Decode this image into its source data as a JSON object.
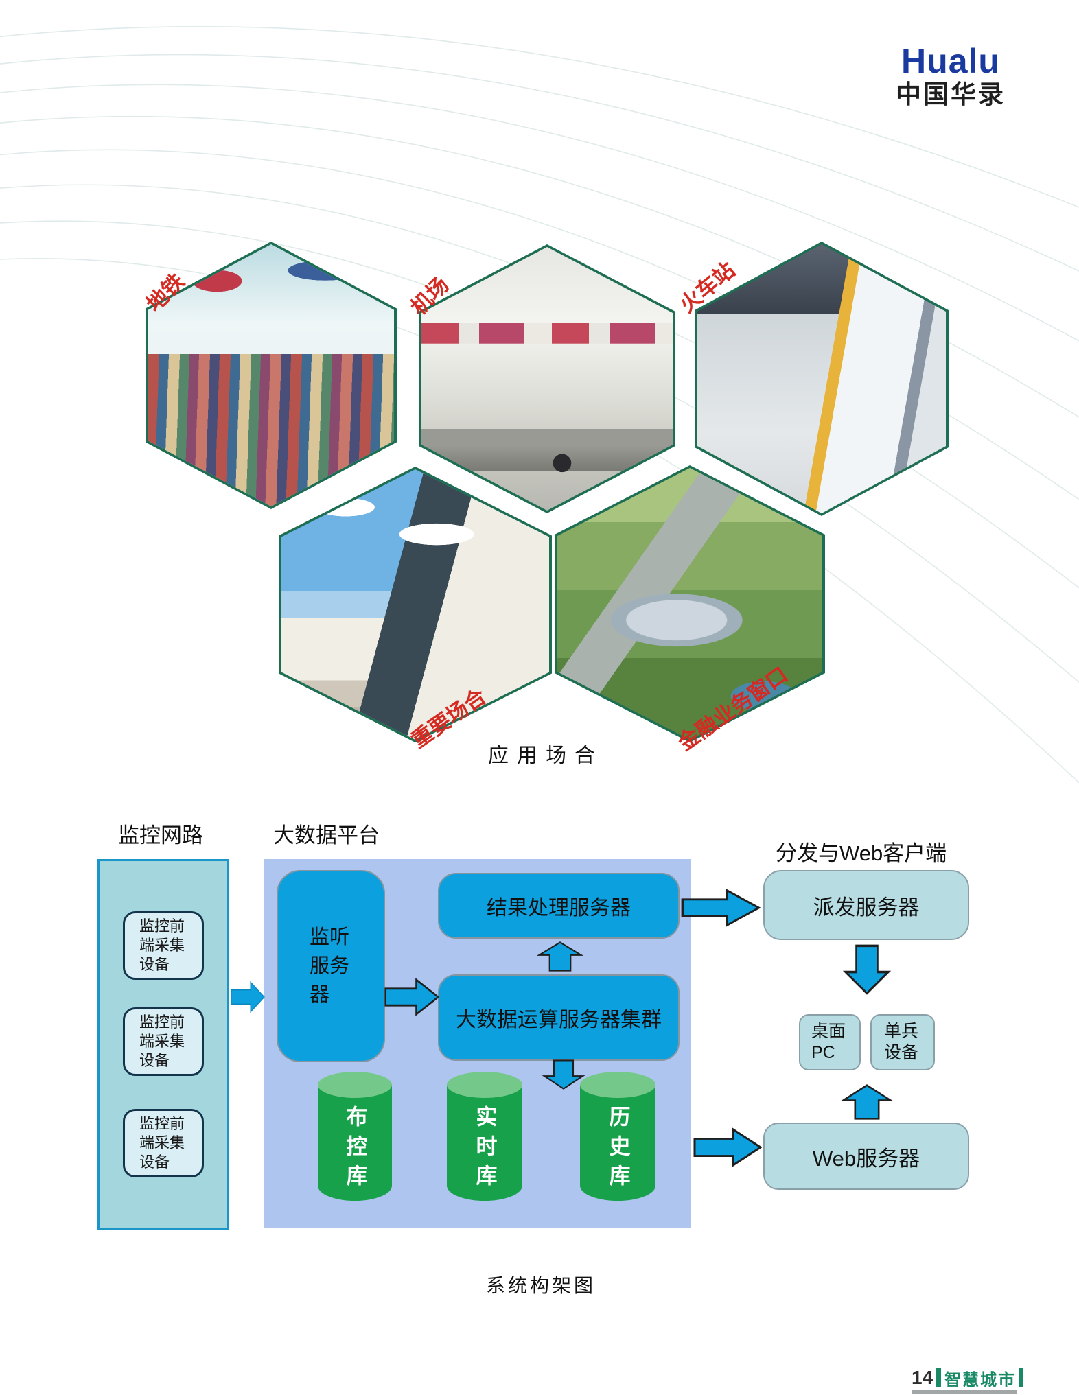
{
  "brand": {
    "name": "Hualu",
    "name_cn": "中国华录"
  },
  "scenes": {
    "caption": "应用场合",
    "items": [
      {
        "label": "地铁"
      },
      {
        "label": "机场"
      },
      {
        "label": "火车站"
      },
      {
        "label": "重要场合"
      },
      {
        "label": "金融业务窗口"
      }
    ]
  },
  "architecture": {
    "caption": "系统构架图",
    "monitor_network": {
      "title": "监控网路",
      "devices": [
        {
          "label": "监控前端采集设备"
        },
        {
          "label": "监控前端采集设备"
        },
        {
          "label": "监控前端采集设备"
        }
      ]
    },
    "platform": {
      "title": "大数据平台",
      "listen_server": "监听服务器",
      "result_server": "结果处理服务器",
      "compute_cluster": "大数据运算服务器集群",
      "databases": [
        {
          "label": "布控库"
        },
        {
          "label": "实时库"
        },
        {
          "label": "历史库"
        }
      ]
    },
    "distribution": {
      "title": "分发与Web客户端",
      "dispatch_server": "派发服务器",
      "desktop_pc": "桌面PC",
      "soldier_device": "单兵设备",
      "web_server": "Web服务器"
    }
  },
  "footer": {
    "page_number": "14",
    "section": "智慧城市"
  },
  "colors": {
    "brand_blue": "#1b3aa0",
    "label_red": "#d42a22",
    "hex_border_green": "#1e6e54",
    "accent_blue": "#0da0de",
    "platform_fill": "#aec6ef",
    "network_fill": "#a4d6dd",
    "device_fill": "#d9eef5",
    "client_fill": "#b7dde2",
    "db_green": "#17a14b",
    "footer_green": "#1a8a66"
  }
}
